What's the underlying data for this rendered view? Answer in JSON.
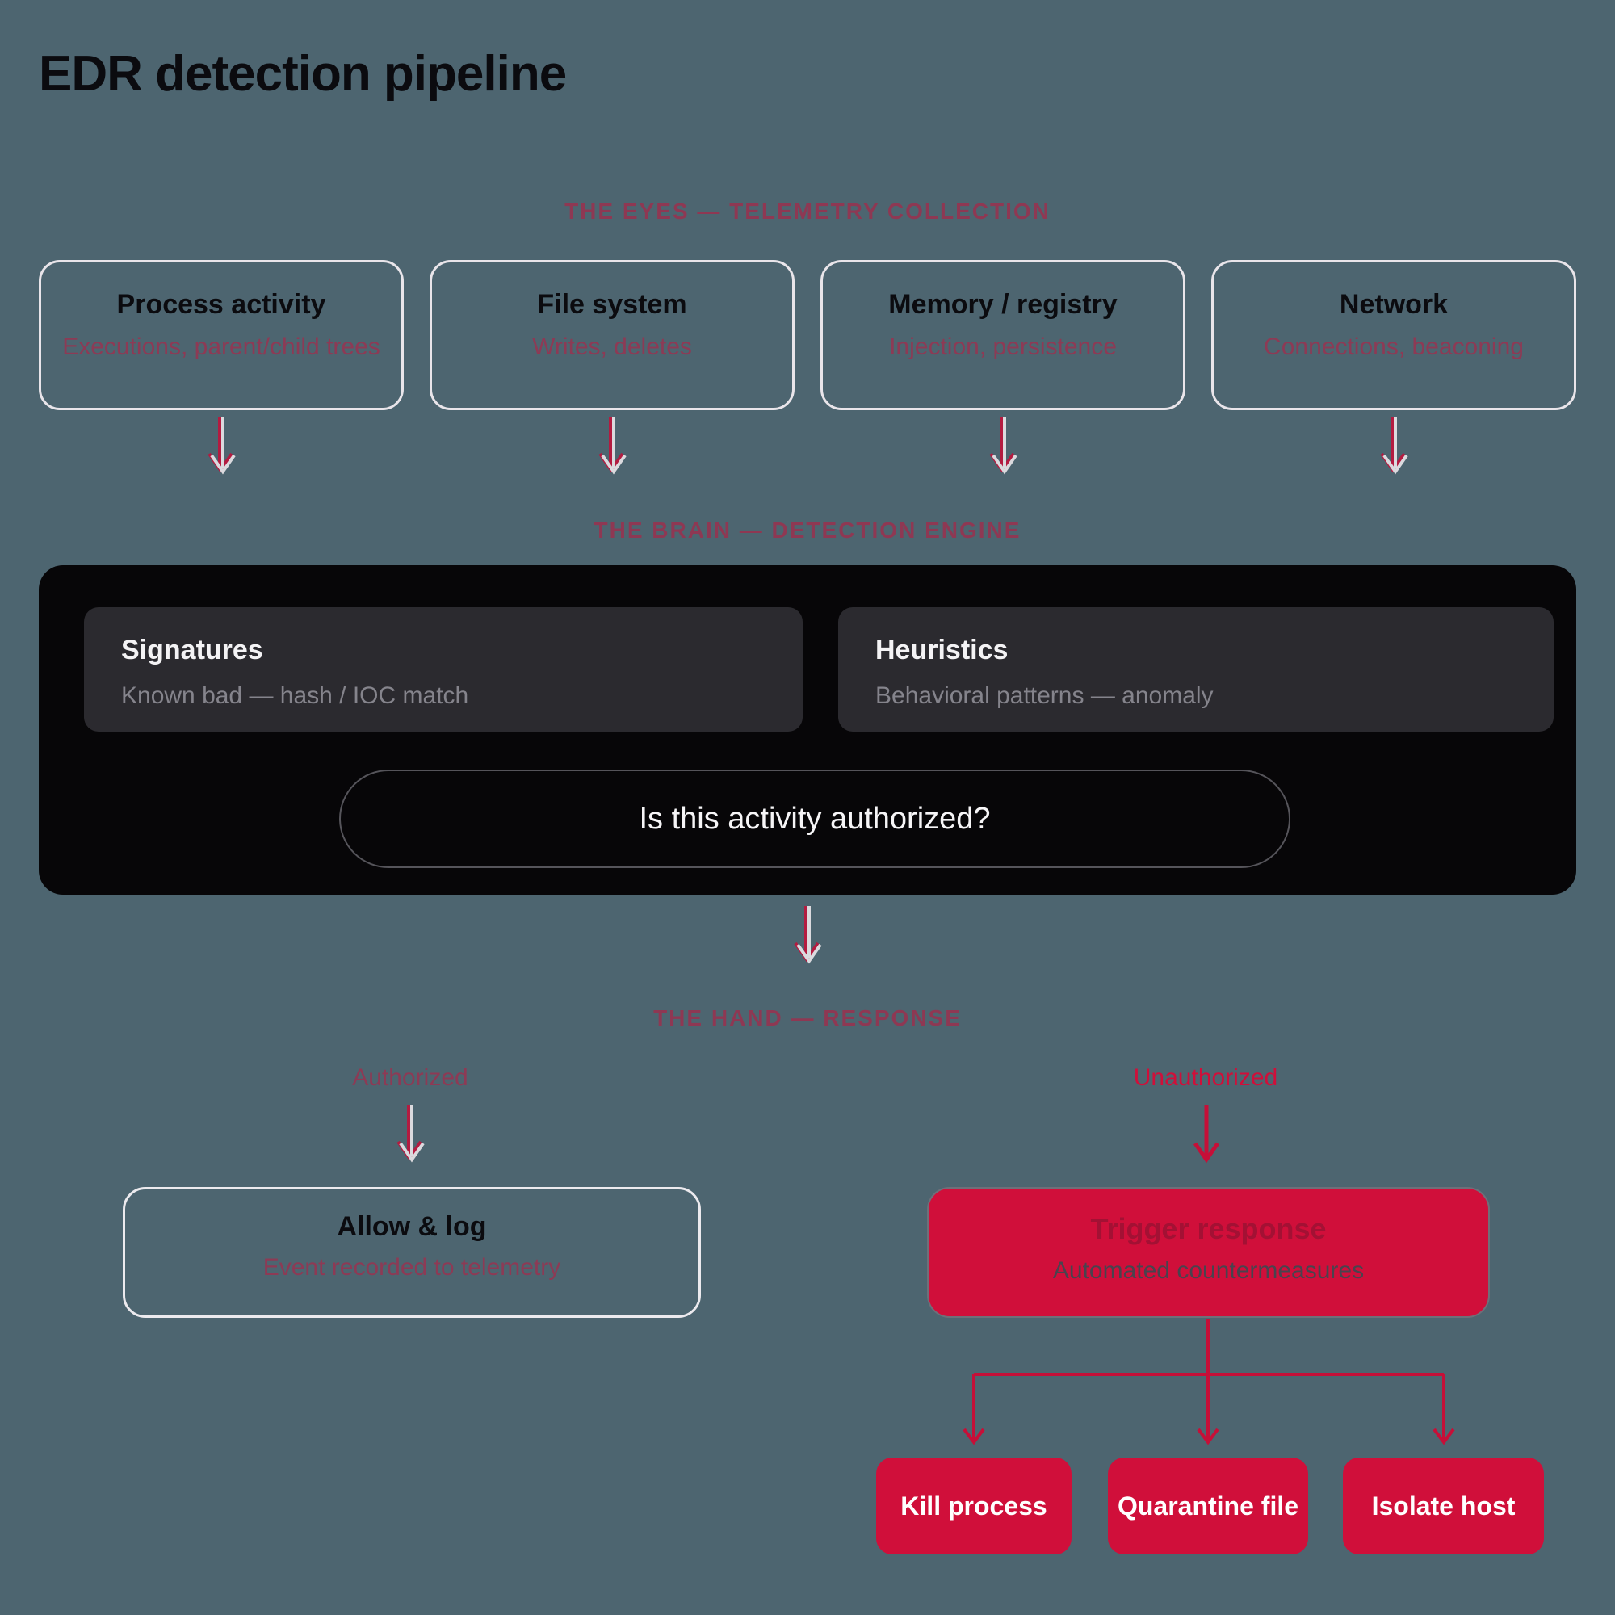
{
  "page": {
    "title": "EDR detection pipeline"
  },
  "colors": {
    "background": "#4d6570",
    "accent_red": "#d00f3a",
    "connector_red": "#c60f38",
    "muted_red_text": "rgba(206,15,57,0.5)",
    "panel_black": "#070608",
    "engine_card_gray": "#2b2a2f",
    "light_border": "#e9e5ea",
    "light_arrow": "#dbdade"
  },
  "sections": {
    "telemetry": {
      "label": "THE EYES — TELEMETRY COLLECTION",
      "boxes": [
        {
          "title": "Process activity",
          "subtitle": "Executions, parent/child trees"
        },
        {
          "title": "File system",
          "subtitle": "Writes, deletes"
        },
        {
          "title": "Memory / registry",
          "subtitle": "Injection, persistence"
        },
        {
          "title": "Network",
          "subtitle": "Connections, beaconing"
        }
      ]
    },
    "detection": {
      "label": "THE BRAIN — DETECTION ENGINE",
      "engines": [
        {
          "title": "Signatures",
          "subtitle": "Known bad — hash / IOC match"
        },
        {
          "title": "Heuristics",
          "subtitle": "Behavioral patterns — anomaly"
        }
      ],
      "question": "Is this activity authorized?"
    },
    "response": {
      "label": "THE HAND — RESPONSE",
      "authorized": {
        "label": "Authorized",
        "title": "Allow & log",
        "subtitle": "Event recorded to telemetry"
      },
      "unauthorized": {
        "label": "Unauthorized",
        "title": "Trigger response",
        "subtitle": "Automated countermeasures"
      },
      "actions": [
        {
          "label": "Kill process"
        },
        {
          "label": "Quarantine file"
        },
        {
          "label": "Isolate host"
        }
      ]
    }
  }
}
